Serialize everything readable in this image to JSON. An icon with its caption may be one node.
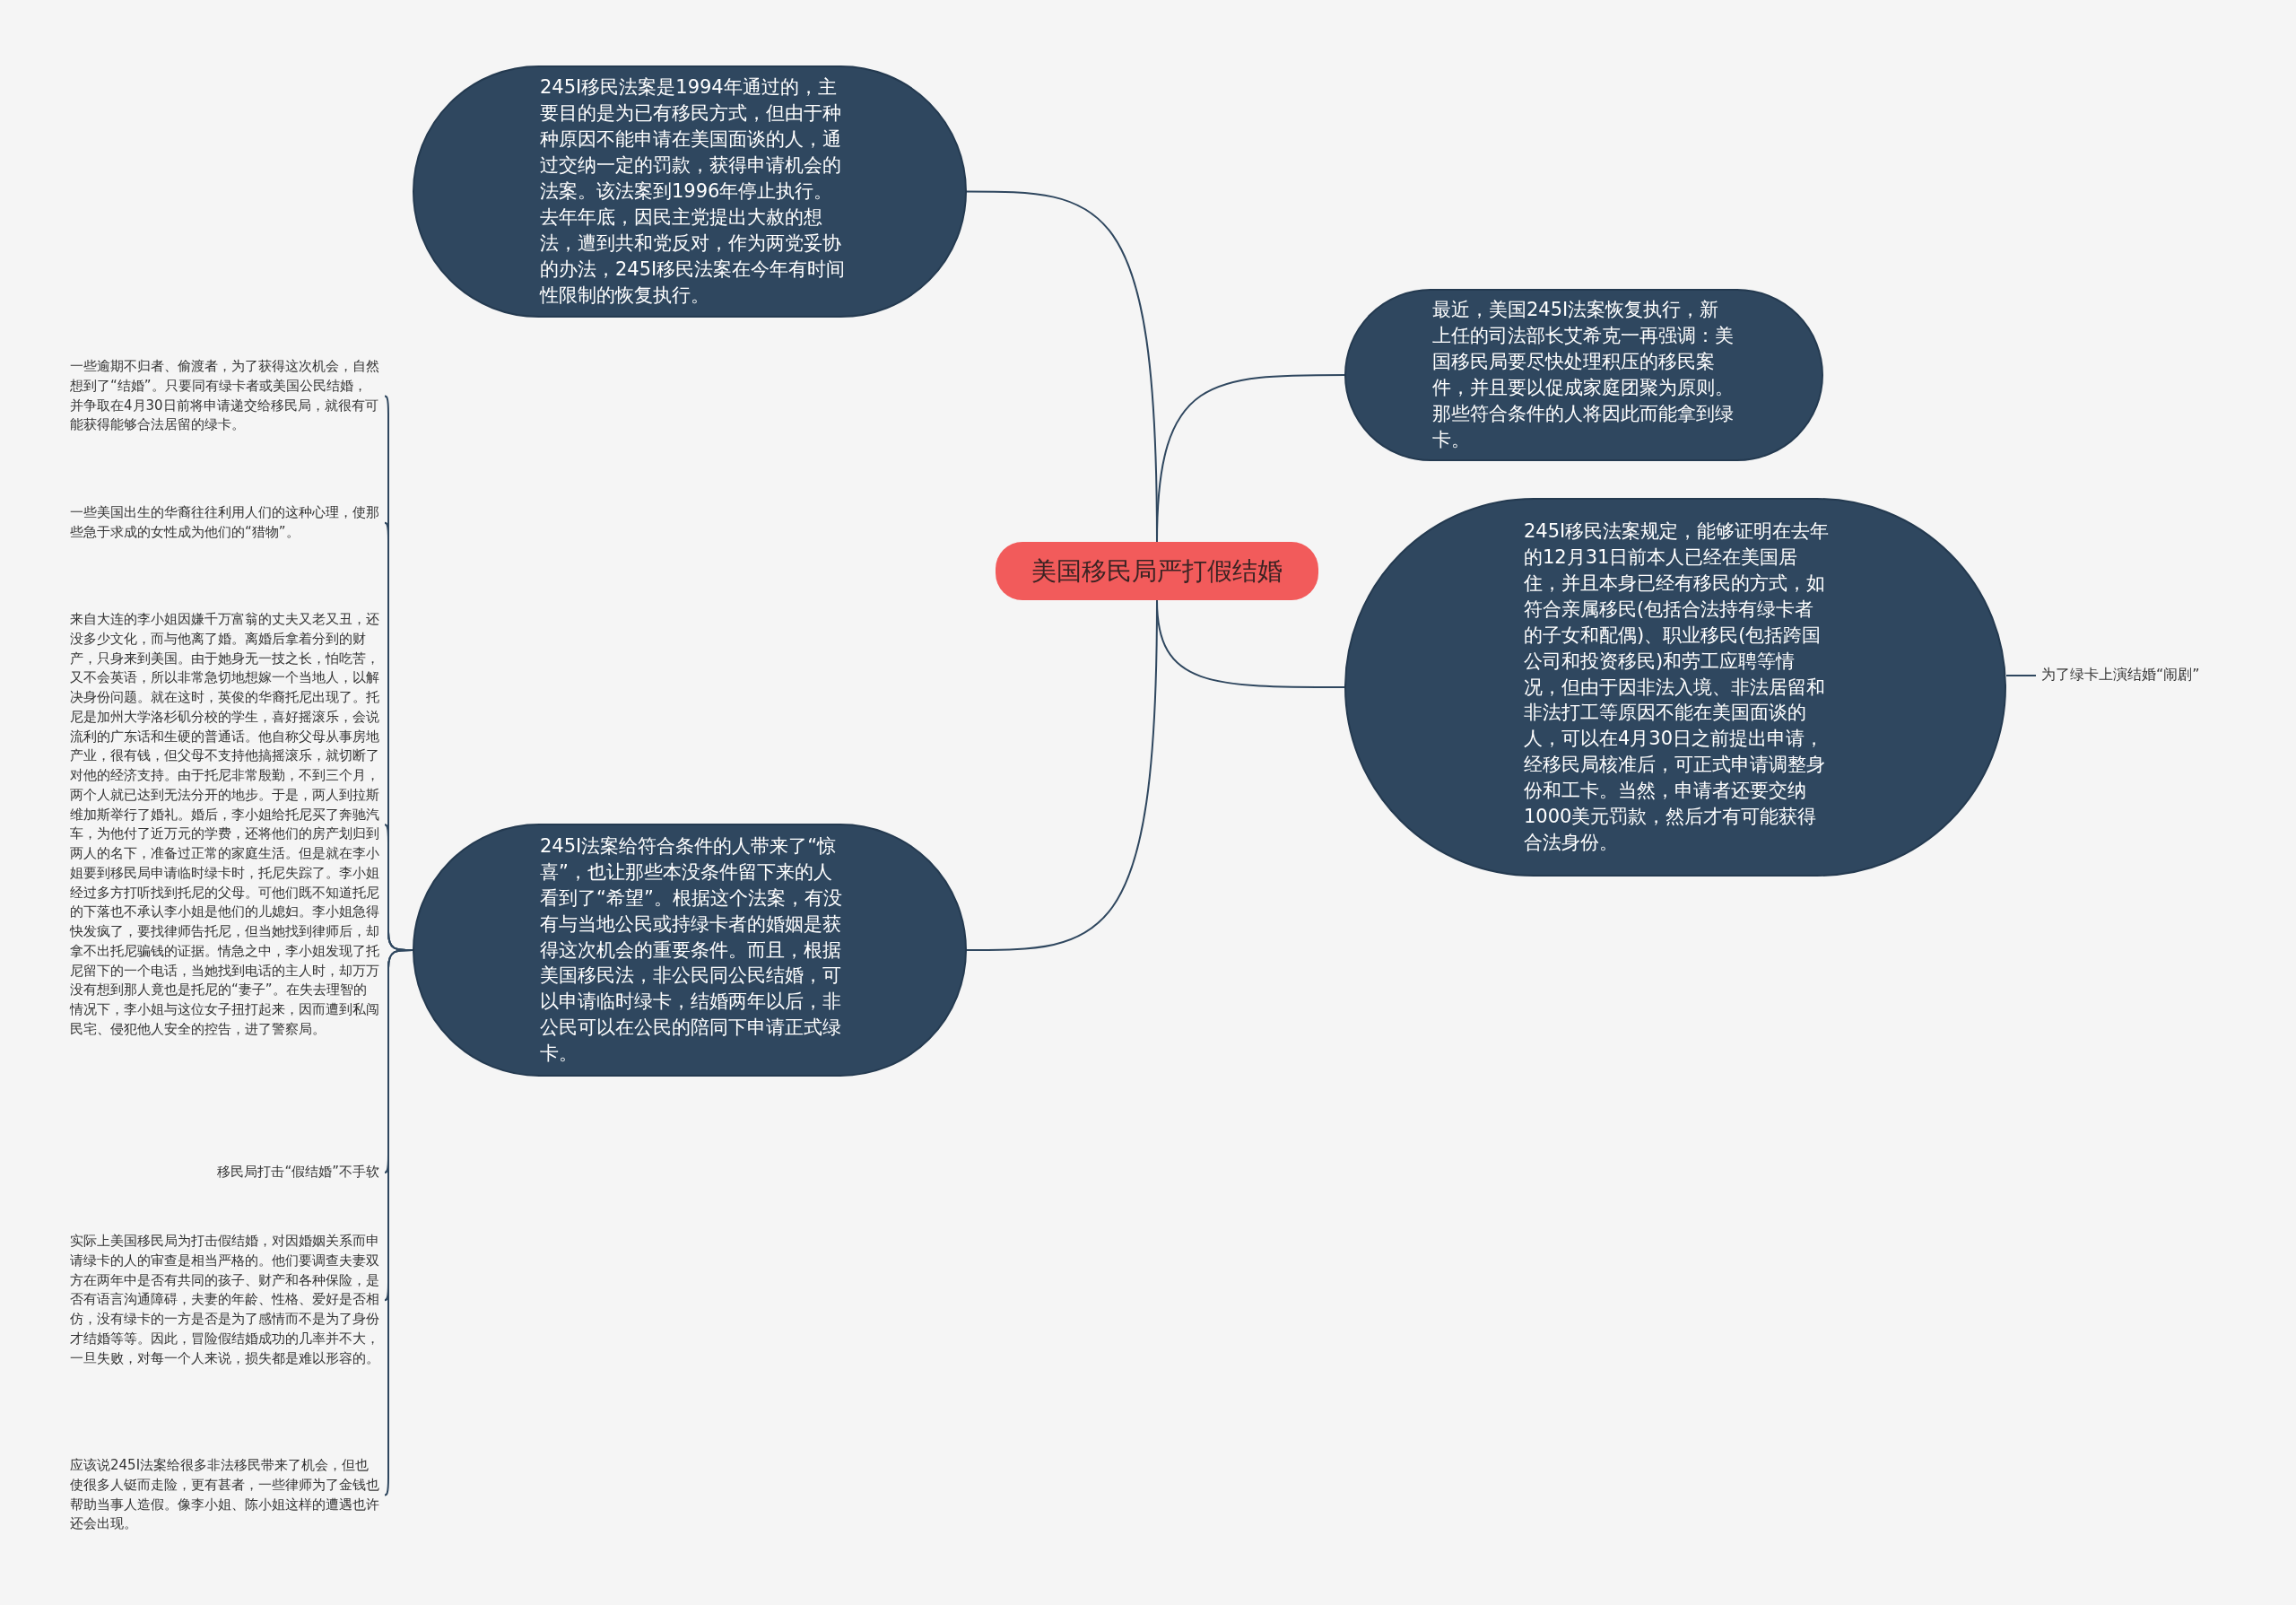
{
  "diagram": {
    "nodes": [
      {
        "text": [
          "美国移民局严打假结婚"
        ]
      },
      {
        "text": [
          "245I移民法案是1994年通过的，主要目的是为已有移民方式，但由于种种原因不能申请在美国面谈的人，通过交纳一定的罚款，获得申请机会的法案。该法案到1996年停止执行。去年年底，因民主党提出大赦的想法，遭到共和党反对，作为两党妥协的办法，245I移民法案在今年有时间性限制的恢复执行。"
        ]
      },
      {
        "text": [
          "最近，美国245I法案恢复执行，新上任的司法部长艾希克一再强调：美国移民局要尽快处理积压的移民案件，并且要以促成家庭团聚为原则。那些符合条件的人将因此而能拿到绿卡。"
        ]
      },
      {
        "text": [
          "245I移民法案规定，能够证明在去年的12月31日前本人已经在美国居住，并且本身已经有移民的方式，如符合亲属移民(包括合法持有绿卡者的子女和配偶)、职业移民(包括跨国公司和投资移民)和劳工应聘等情况，但由于因非法入境、非法居留和非法打工等原因不能在美国面谈的人，可以在4月30日之前提出申请，经移民局核准后，可正式申请调整身份和工卡。当然，申请者还要交纳1000美元罚款，然后才有可能获得合法身份。"
        ]
      },
      {
        "text": [
          "245I法案给符合条件的人带来了“惊喜”，也让那些本没条件留下来的人看到了“希望”。根据这个法案，有没有与当地公民或持绿卡者的婚姻是获得这次机会的重要条件。而且，根据美国移民法，非公民同公民结婚，可以申请临时绿卡，结婚两年以后，非公民可以在公民的陪同下申请正式绿卡。"
        ]
      },
      {
        "text": [
          "为了绿卡上演结婚“闹剧”"
        ]
      },
      {
        "text": [
          "一些逾期不归者、偷渡者，为了获得这次机会，自然想到了“结婚”。只要同有绿卡者或美国公民结婚，并争取在4月30日前将申请递交给移民局，就很有可能获得能够合法居留的绿卡。"
        ]
      },
      {
        "text": [
          "一些美国出生的华裔往往利用人们的这种心理，使那些急于求成的女性成为他们的“猎物”。"
        ]
      },
      {
        "text": [
          "来自大连的李小姐因嫌千万富翁的丈夫又老又丑，还没多少文化，而与他离了婚。离婚后拿着分到的财产，只身来到美国。由于她身无一技之长，怕吃苦，又不会英语，所以非常急切地想嫁一个当地人，以解决身份问题。就在这时，英俊的华裔托尼出现了。托尼是加州大学洛杉矶分校的学生，喜好摇滚乐，会说流利的广东话和生硬的普通话。他自称父母从事房地产业，很有钱，但父母不支持他搞摇滚乐，就切断了对他的经济支持。由于托尼非常殷勤，不到三个月，两个人就已达到无法分开的地步。于是，两人到拉斯维加斯举行了婚礼。婚后，李小姐给托尼买了奔驰汽车，为他付了近万元的学费，还将他们的房产划归到两人的名下，准备过正常的家庭生活。但是就在李小姐要到移民局申请临时绿卡时，托尼失踪了。李小姐经过多方打听找到托尼的父母。可他们既不知道托尼的下落也不承认李小姐是他们的儿媳妇。李小姐急得快发疯了，要找律师告托尼，但当她找到律师后，却拿不出托尼骗钱的证据。情急之中，李小姐发现了托尼留下的一个电话，当她找到电话的主人时，却万万没有想到那人竟也是托尼的“妻子”。在失去理智的情况下，李小姐与这位女子扭打起来，因而遭到私闯民宅、侵犯他人安全的控告，进了警察局。"
        ]
      },
      {
        "text": [
          "移民局打击“假结婚”不手软"
        ]
      },
      {
        "text": [
          "实际上美国移民局为打击假结婚，对因婚姻关系而申请绿卡的人的审查是相当严格的。他们要调查夫妻双方在两年中是否有共同的孩子、财产和各种保险，是否有语言沟通障碍，夫妻的年龄、性格、爱好是否相仿，没有绿卡的一方是否是为了感情而不是为了身份才结婚等等。因此，冒险假结婚成功的几率并不大，一旦失败，对每一个人来说，损失都是难以形容的。"
        ]
      },
      {
        "text": [
          "应该说245I法案给很多非法移民带来了机会，但也使很多人铤而走险，更有甚者，一些律师为了金钱也帮助当事人造假。像李小姐、陈小姐这样的遭遇也许还会出现。"
        ]
      }
    ],
    "edges": [
      {
        "from": 0,
        "to": 1,
        "arrow": "none"
      },
      {
        "from": 0,
        "to": 2,
        "arrow": "none"
      },
      {
        "from": 0,
        "to": 3,
        "arrow": "none"
      },
      {
        "from": 0,
        "to": 4,
        "arrow": "none"
      },
      {
        "from": 3,
        "to": 5,
        "arrow": "none"
      },
      {
        "from": 4,
        "to": 6,
        "arrow": "none"
      },
      {
        "from": 4,
        "to": 7,
        "arrow": "none"
      },
      {
        "from": 4,
        "to": 8,
        "arrow": "none"
      },
      {
        "from": 4,
        "to": 9,
        "arrow": "none"
      },
      {
        "from": 4,
        "to": 10,
        "arrow": "none"
      },
      {
        "from": 4,
        "to": 11,
        "arrow": "none"
      }
    ]
  }
}
